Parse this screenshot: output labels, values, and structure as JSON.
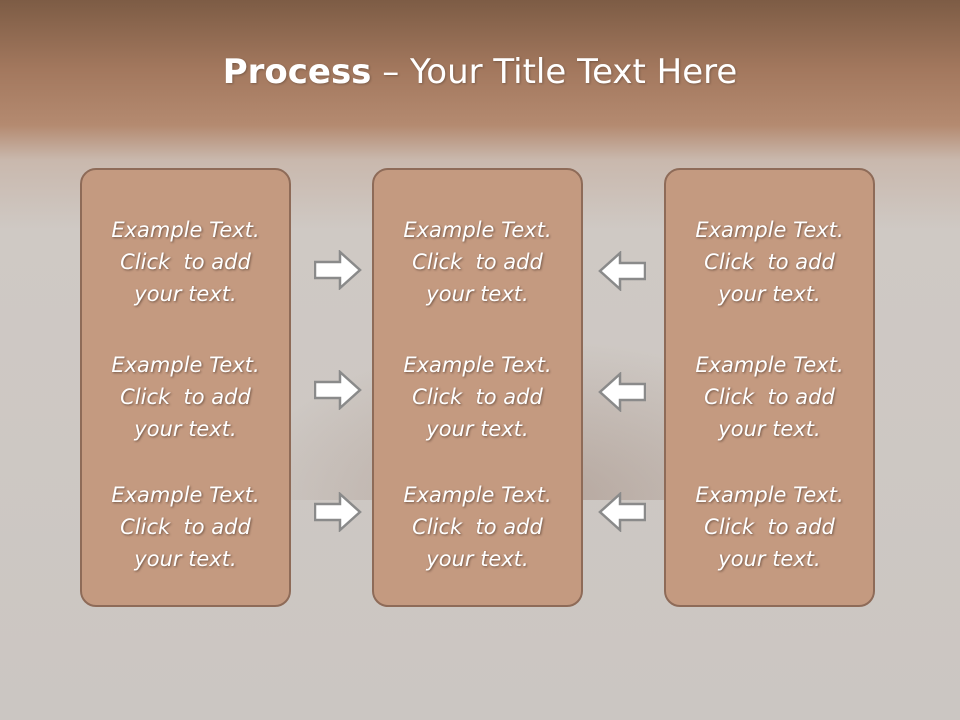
{
  "slide": {
    "title_bold": "Process",
    "title_rest": " – Your Title Text Here",
    "columns": [
      {
        "items": [
          {
            "line1": "Example Text.",
            "line2": "Click  to add",
            "line3": "your text."
          },
          {
            "line1": "Example Text.",
            "line2": "Click  to add",
            "line3": "your text."
          },
          {
            "line1": "Example Text.",
            "line2": "Click  to add",
            "line3": "your text."
          }
        ]
      },
      {
        "items": [
          {
            "line1": "Example Text.",
            "line2": "Click  to add",
            "line3": "your text."
          },
          {
            "line1": "Example Text.",
            "line2": "Click  to add",
            "line3": "your text."
          },
          {
            "line1": "Example Text.",
            "line2": "Click  to add",
            "line3": "your text."
          }
        ]
      },
      {
        "items": [
          {
            "line1": "Example Text.",
            "line2": "Click  to add",
            "line3": "your text."
          },
          {
            "line1": "Example Text.",
            "line2": "Click  to add",
            "line3": "your text."
          },
          {
            "line1": "Example Text.",
            "line2": "Click  to add",
            "line3": "your text."
          }
        ]
      }
    ],
    "arrows": {
      "left_to_middle": "right-arrow-icon",
      "right_to_middle": "left-arrow-icon"
    }
  },
  "colors": {
    "title_band": "#a3785e",
    "box_fill": "#c49a80",
    "box_border": "#8e6b58",
    "arrow_fill": "#ffffff",
    "arrow_stroke": "#8a8a8a",
    "text": "#ffffff"
  }
}
